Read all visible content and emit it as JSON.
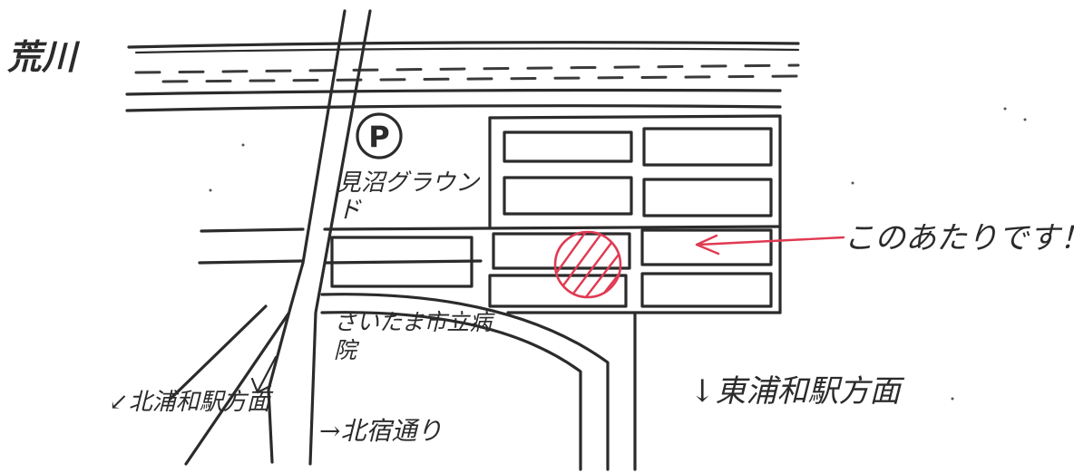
{
  "map": {
    "river_label": "荒川",
    "parking_symbol": "P",
    "ground_label": "見沼グラウンド",
    "hospital_label": "さいたま市立病院",
    "kita_urawa_label": "↙北浦和駅方面",
    "kitajuku_label": "→北宿通り",
    "higashi_urawa_label": "↓東浦和駅方面",
    "here_label": "このあたりです！"
  },
  "colors": {
    "ink": "#2b2b2b",
    "marker_red": "#e03a52",
    "background": "#ffffff"
  },
  "icons": [
    "parking-icon",
    "location-marker-icon",
    "arrow-left-icon",
    "arrow-down-icon"
  ]
}
